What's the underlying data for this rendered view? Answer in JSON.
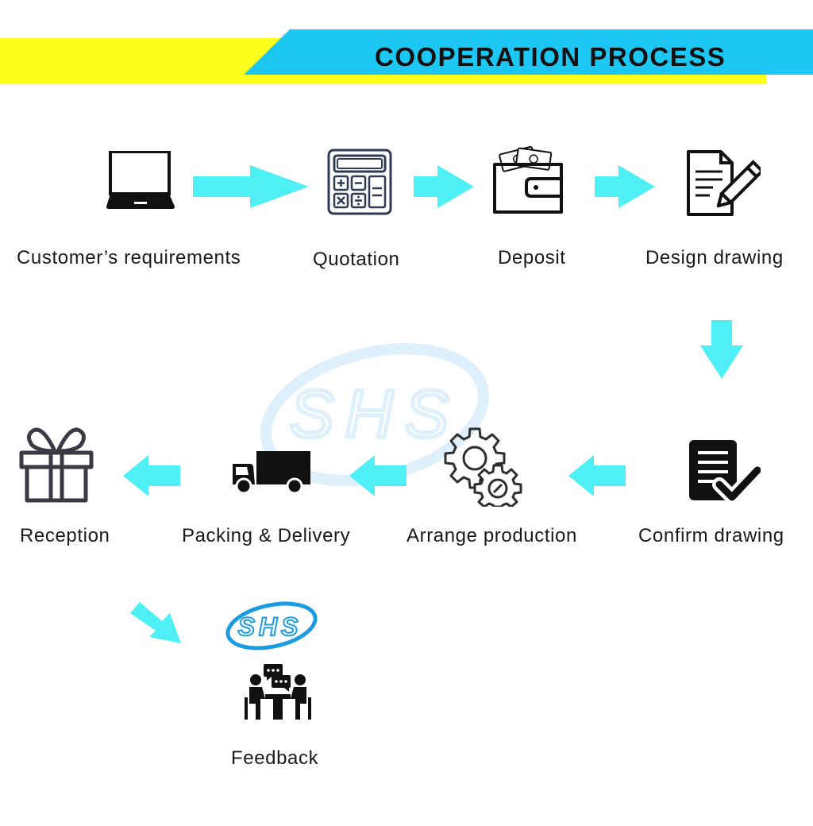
{
  "header": {
    "title": "COOPERATION PROCESS",
    "colors": {
      "yellow": "#FFFF1E",
      "cyan": "#1DC7F4"
    }
  },
  "brand": {
    "logo_text": "SHS",
    "color": "#1B9CE0"
  },
  "arrow_color": "#4FF0F5",
  "steps": [
    {
      "label": "Customer’s requirements",
      "icon": "laptop-icon"
    },
    {
      "label": "Quotation",
      "icon": "calculator-icon"
    },
    {
      "label": "Deposit",
      "icon": "wallet-icon"
    },
    {
      "label": "Design drawing",
      "icon": "document-pencil-icon"
    },
    {
      "label": "Confirm drawing",
      "icon": "document-check-icon"
    },
    {
      "label": "Arrange production",
      "icon": "gears-icon"
    },
    {
      "label": "Packing & Delivery",
      "icon": "truck-icon"
    },
    {
      "label": "Reception",
      "icon": "gift-icon"
    },
    {
      "label": "Feedback",
      "icon": "meeting-icon"
    }
  ]
}
